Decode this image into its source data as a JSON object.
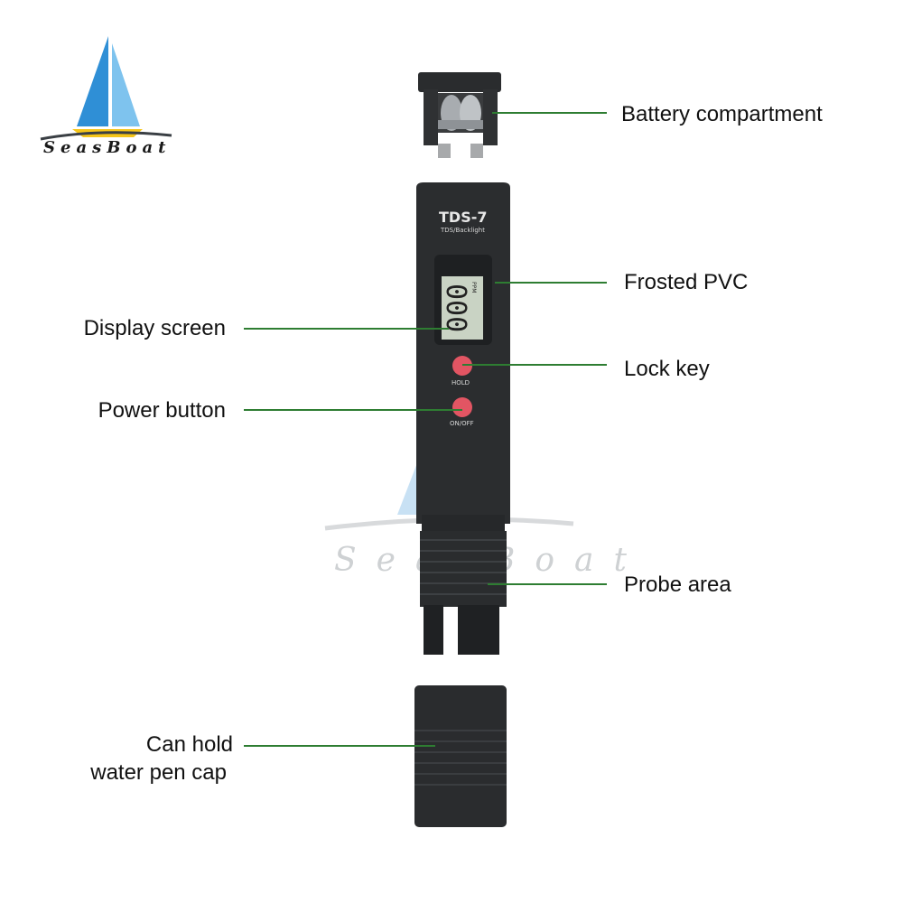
{
  "brand": {
    "logo_text": "SeasBoat",
    "watermark_text": "SeasBoat"
  },
  "device": {
    "model": "TDS-7",
    "subtitle": "TDS/Backlight",
    "display_value": "000",
    "display_unit": "PPM",
    "hold_label": "HOLD",
    "onoff_label": "ON/OFF"
  },
  "callouts": {
    "battery": "Battery compartment",
    "frosted": "Frosted PVC",
    "display": "Display screen",
    "lock": "Lock key",
    "power": "Power button",
    "probe": "Probe area",
    "cap_line1": "Can hold",
    "cap_line2": "water pen cap"
  },
  "colors": {
    "leader_line": "#2e7d32",
    "device_body": "#2b2d2f",
    "lcd": "#c9d3c4",
    "button": "#e25563"
  }
}
